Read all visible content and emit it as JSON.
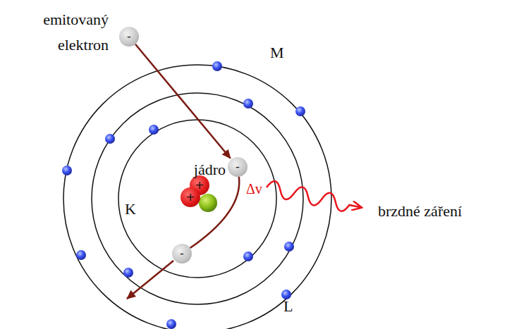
{
  "diagram": {
    "nodes": [
      {
        "text": [
          "-"
        ]
      },
      {
        "text": [
          "-"
        ]
      },
      {
        "text": [
          "+"
        ]
      },
      {
        "text": [
          "+"
        ]
      },
      {
        "text": [
          "-"
        ]
      }
    ],
    "edges": [
      {
        "from": 0,
        "to": 1,
        "arrow": "to"
      },
      {
        "from": 1,
        "to": 4,
        "arrow": "none"
      }
    ],
    "labels": [
      "emitovaný elektron",
      "M",
      "jádro",
      "Δv",
      "K",
      "brzdné záření",
      "L"
    ]
  }
}
